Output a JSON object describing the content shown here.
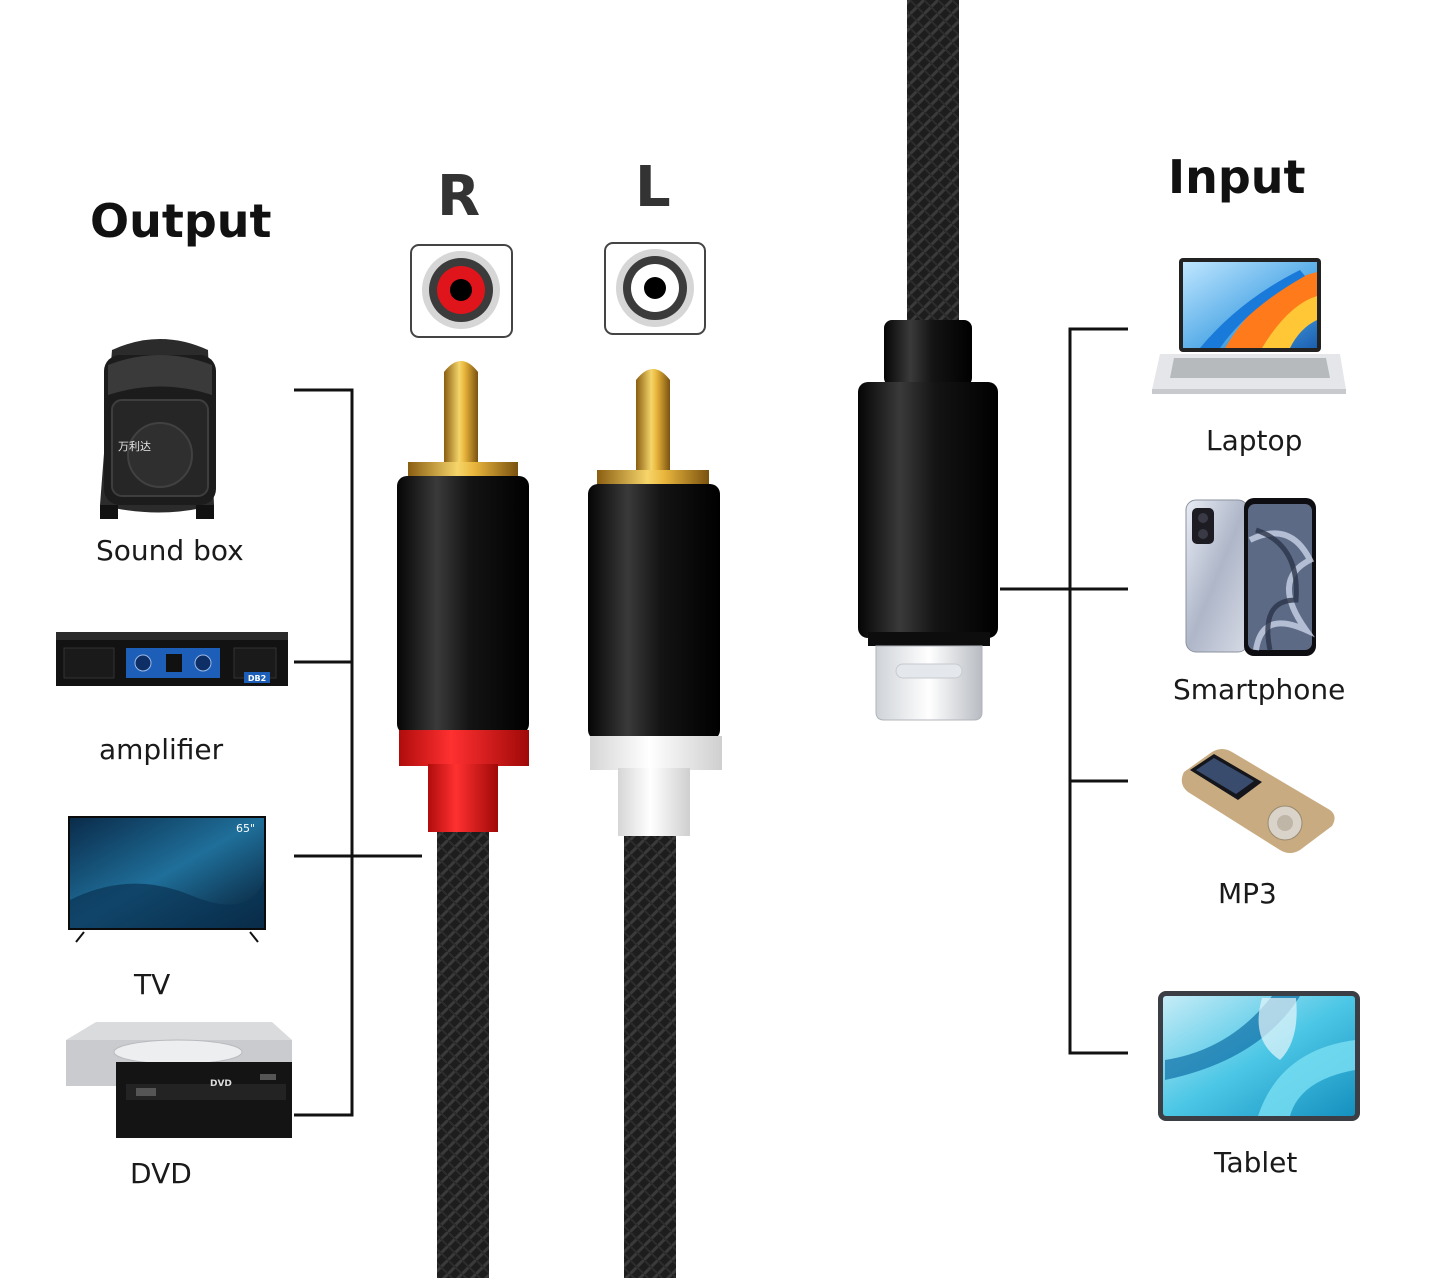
{
  "output": {
    "title": "Output",
    "devices": [
      {
        "label": "Sound box",
        "icon": "speaker-icon"
      },
      {
        "label": "amplifier",
        "icon": "amplifier-icon"
      },
      {
        "label": "TV",
        "icon": "tv-icon"
      },
      {
        "label": "DVD",
        "icon": "dvd-drive-icon"
      }
    ]
  },
  "input": {
    "title": "Input",
    "devices": [
      {
        "label": "Laptop",
        "icon": "laptop-icon"
      },
      {
        "label": "Smartphone",
        "icon": "smartphone-icon"
      },
      {
        "label": "MP3",
        "icon": "mp3-player-icon"
      },
      {
        "label": "Tablet",
        "icon": "tablet-icon"
      }
    ]
  },
  "channels": {
    "right": "R",
    "left": "L"
  },
  "print": {
    "tv_size": "65\"",
    "speaker_brand": "万利达",
    "amp_model": "DB2",
    "dvd_logo": "DVD"
  },
  "colors": {
    "right_channel": "#e01010",
    "left_channel": "#ffffff",
    "gold": "#d4a22a",
    "cable": "#1b1b1b"
  }
}
